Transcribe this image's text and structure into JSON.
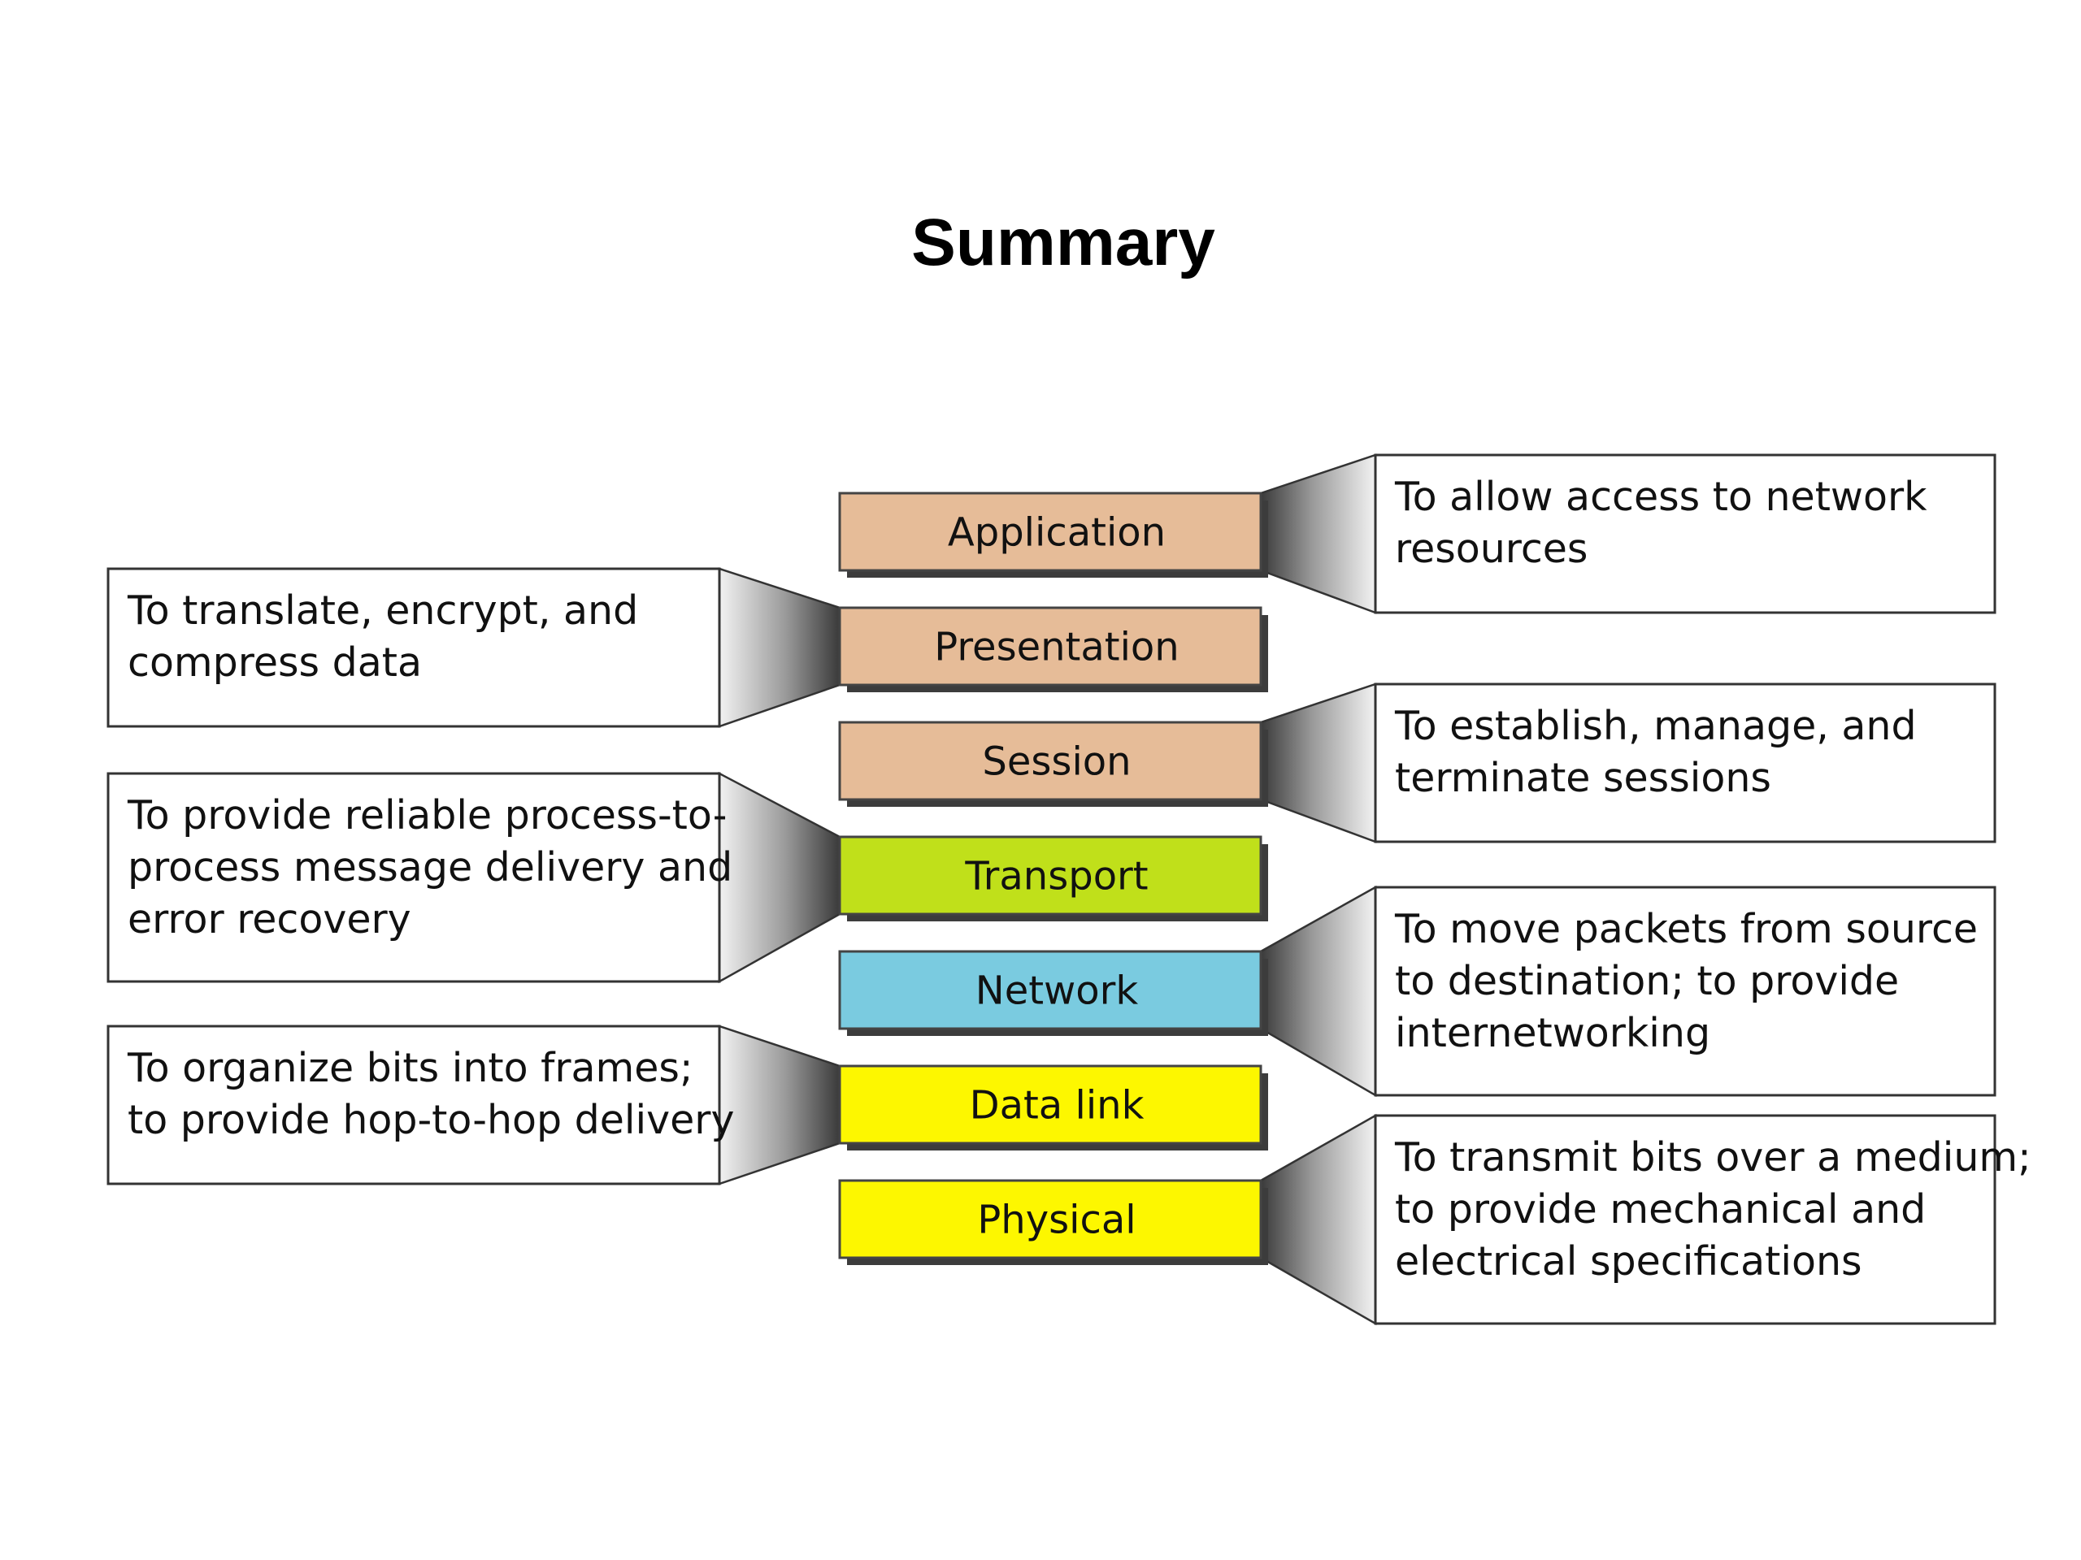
{
  "title": "Summary",
  "layers": [
    {
      "name": "Application",
      "color": "#e6bc98"
    },
    {
      "name": "Presentation",
      "color": "#e6bc98"
    },
    {
      "name": "Session",
      "color": "#e6bc98"
    },
    {
      "name": "Transport",
      "color": "#c0e01a"
    },
    {
      "name": "Network",
      "color": "#7acbe0"
    },
    {
      "name": "Data link",
      "color": "#fdf700"
    },
    {
      "name": "Physical",
      "color": "#fdf700"
    }
  ],
  "descriptions": [
    {
      "layer": "Application",
      "side": "right",
      "lines": [
        "To allow access to network",
        "resources"
      ]
    },
    {
      "layer": "Presentation",
      "side": "left",
      "lines": [
        "To translate, encrypt, and",
        "compress data"
      ]
    },
    {
      "layer": "Session",
      "side": "right",
      "lines": [
        "To establish, manage, and",
        "terminate sessions"
      ]
    },
    {
      "layer": "Transport",
      "side": "left",
      "lines": [
        "To provide reliable process-to-",
        "process message delivery and",
        "error recovery"
      ]
    },
    {
      "layer": "Network",
      "side": "right",
      "lines": [
        "To move packets from source",
        "to destination; to provide",
        "internetworking"
      ]
    },
    {
      "layer": "Data link",
      "side": "left",
      "lines": [
        "To organize bits into frames;",
        "to provide hop-to-hop delivery"
      ]
    },
    {
      "layer": "Physical",
      "side": "right",
      "lines": [
        "To transmit bits over a medium;",
        "to provide mechanical and",
        "electrical specifications"
      ]
    }
  ]
}
